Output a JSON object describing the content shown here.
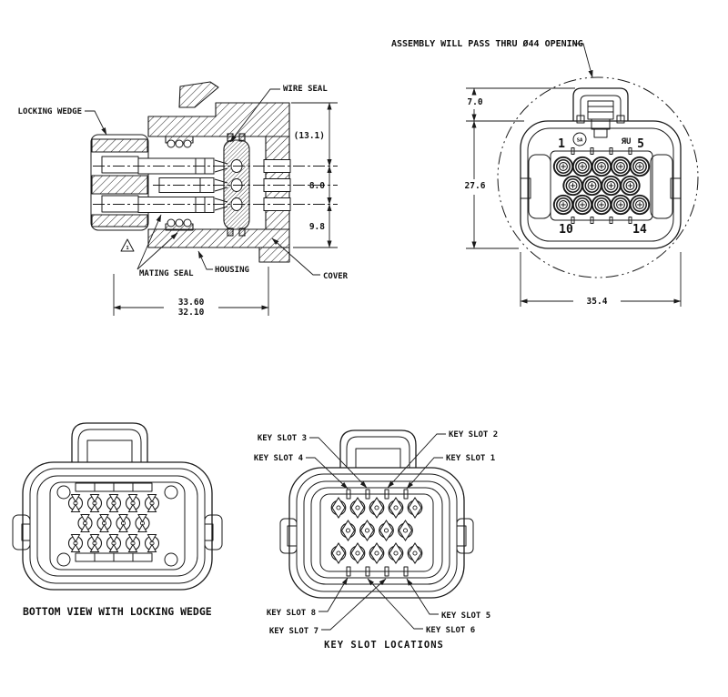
{
  "drawing": {
    "section_view": {
      "labels": {
        "locking_wedge": "LOCKING WEDGE",
        "wire_seal": "WIRE SEAL",
        "mating_seal": "MATING SEAL",
        "housing": "HOUSING",
        "cover": "COVER"
      },
      "flag_note": "1",
      "dimensions": {
        "overall_height_ref": "(13.1)",
        "row_spacing": "8.0",
        "lower_height": "9.8",
        "width_upper": "33.60",
        "width_lower": "32.10"
      }
    },
    "front_view": {
      "callout": "ASSEMBLY WILL PASS THRU Ø44 OPENING",
      "pin_labels": {
        "pin1": "1",
        "pin5": "5",
        "pin10": "10",
        "pin14": "14"
      },
      "certification": {
        "csa": "SA",
        "ul": "ЯU"
      },
      "dimensions": {
        "latch_height": "7.0",
        "body_height": "27.6",
        "body_width": "35.4"
      }
    },
    "bottom_view": {
      "caption": "BOTTOM VIEW WITH LOCKING WEDGE"
    },
    "key_slot_view": {
      "caption": "KEY SLOT LOCATIONS",
      "slot_labels": [
        "KEY SLOT 1",
        "KEY SLOT 2",
        "KEY SLOT 3",
        "KEY SLOT 4",
        "KEY SLOT 5",
        "KEY SLOT 6",
        "KEY SLOT 7",
        "KEY SLOT 8"
      ]
    }
  }
}
